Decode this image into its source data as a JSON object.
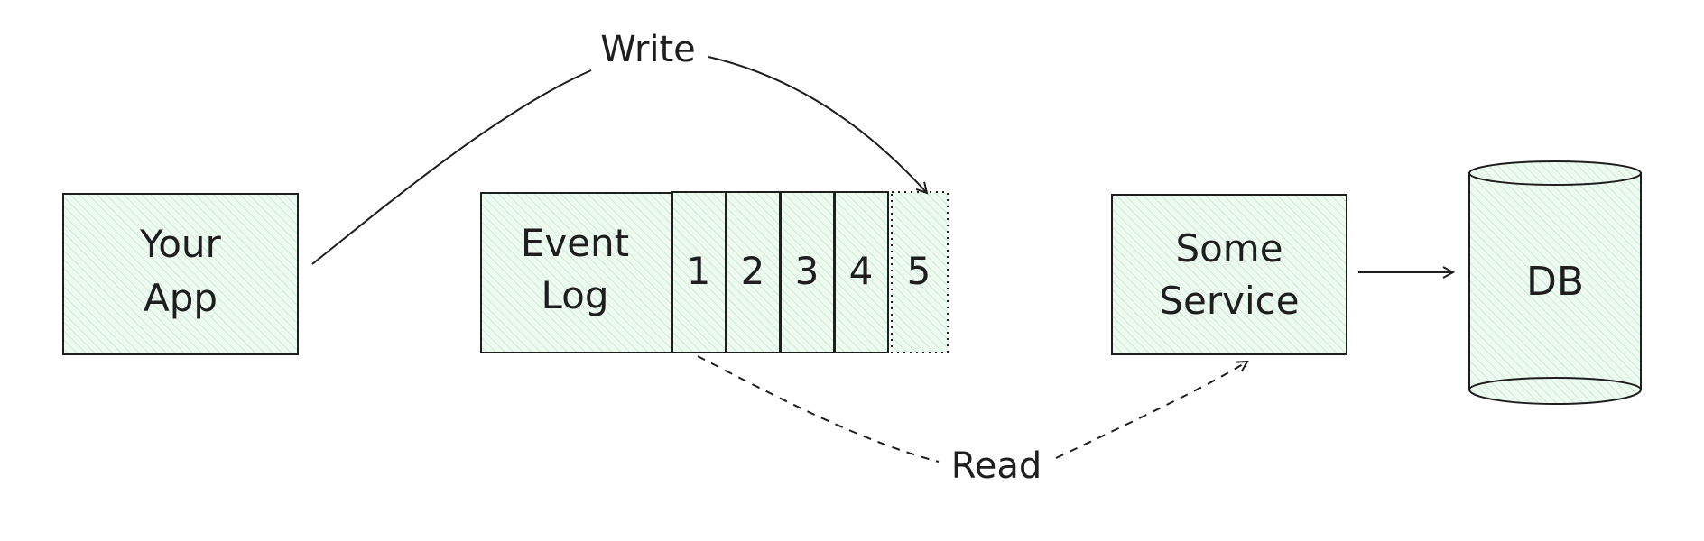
{
  "nodes": {
    "your_app": {
      "line1": "Your",
      "line2": "App"
    },
    "event_log": {
      "line1": "Event",
      "line2": "Log"
    },
    "log_cells": [
      "1",
      "2",
      "3",
      "4",
      "5"
    ],
    "some_service": {
      "line1": "Some",
      "line2": "Service"
    },
    "db": {
      "label": "DB"
    }
  },
  "edges": {
    "write": {
      "label": "Write"
    },
    "read": {
      "label": "Read"
    }
  },
  "colors": {
    "fill": "#d3f0dc",
    "stroke": "#1e1e1e",
    "background": "#ffffff"
  }
}
